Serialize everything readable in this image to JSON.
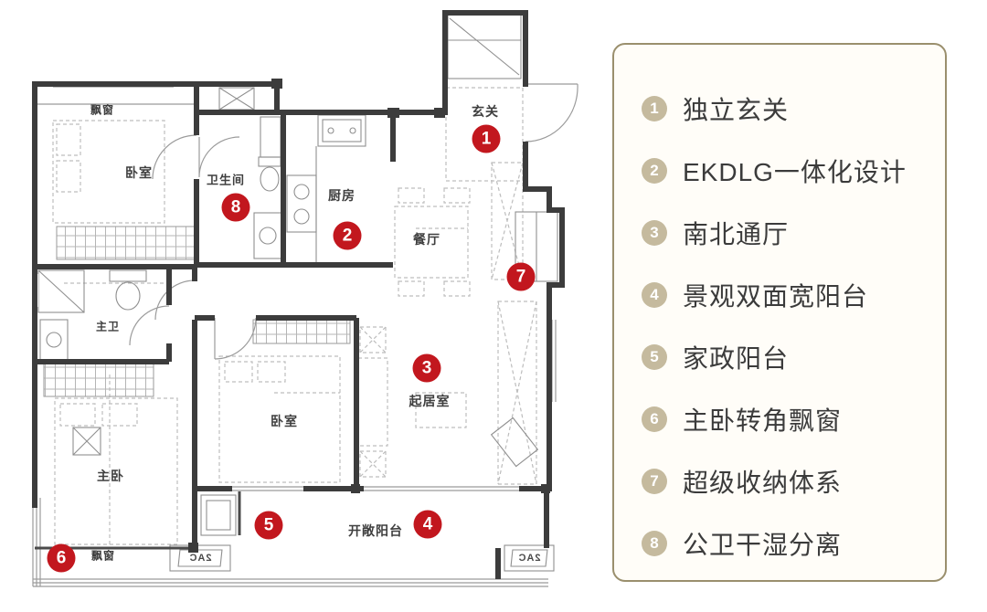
{
  "legend": {
    "items": [
      {
        "number": "1",
        "label": "独立玄关"
      },
      {
        "number": "2",
        "label": "EKDLG一体化设计"
      },
      {
        "number": "3",
        "label": "南北通厅"
      },
      {
        "number": "4",
        "label": "景观双面宽阳台"
      },
      {
        "number": "5",
        "label": "家政阳台"
      },
      {
        "number": "6",
        "label": "主卧转角飘窗"
      },
      {
        "number": "7",
        "label": "超级收纳体系"
      },
      {
        "number": "8",
        "label": "公卫干湿分离"
      }
    ]
  },
  "plan": {
    "labels": {
      "bay_top": "飘窗",
      "bedroom_top": "卧室",
      "bathroom": "卫生间",
      "kitchen": "厨房",
      "entry": "玄关",
      "dining": "餐厅",
      "master_bath": "主卫",
      "bedroom_mid": "卧室",
      "living": "起居室",
      "master_bedroom": "主卧",
      "bay_bottom": "飘窗",
      "open_balcony": "开敞阳台",
      "ac": "2AC"
    },
    "badges": {
      "b1": "1",
      "b2": "2",
      "b3": "3",
      "b4": "4",
      "b5": "5",
      "b6": "6",
      "b7": "7",
      "b8": "8"
    }
  },
  "colors": {
    "marker_red": "#c2171e",
    "legend_badge_tan": "#c5ba9e",
    "panel_border": "#9a8f6d",
    "wall": "#3c3c3c"
  }
}
